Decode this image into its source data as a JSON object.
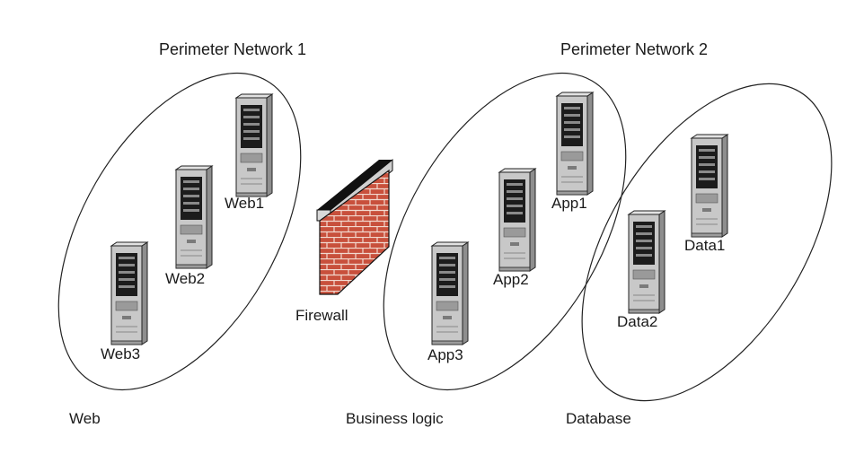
{
  "titles": {
    "perimeter_1": "Perimeter Network 1",
    "perimeter_2": "Perimeter Network 2"
  },
  "zones": {
    "web": "Web",
    "business": "Business logic",
    "database": "Database"
  },
  "servers": {
    "web1": "Web1",
    "web2": "Web2",
    "web3": "Web3",
    "app1": "App1",
    "app2": "App2",
    "app3": "App3",
    "data1": "Data1",
    "data2": "Data2"
  },
  "firewall": "Firewall",
  "colors": {
    "background": "#ffffff",
    "outline": "#222222",
    "server_body": "#c8c8c8",
    "server_side": "#8e8e8e",
    "server_screen": "#1c1c1c",
    "brick": "#c8503c",
    "mortar": "#f2d9cf",
    "wall_cap": "#d8d8d8"
  }
}
